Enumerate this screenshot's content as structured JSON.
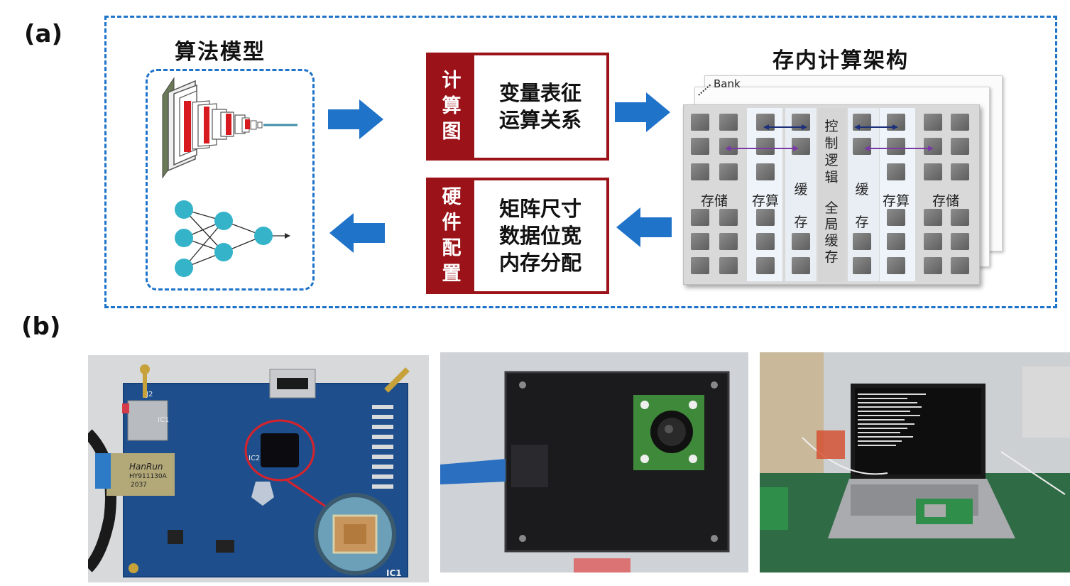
{
  "panel_a": {
    "label": "(a)",
    "algorithm_title": "算法模型",
    "graph_box": {
      "tag": [
        "计",
        "算",
        "图"
      ],
      "lines": [
        "变量表征",
        "运算关系"
      ]
    },
    "hardware_box": {
      "tag": [
        "硬",
        "件",
        "配",
        "置"
      ],
      "lines": [
        "矩阵尺寸",
        "数据位宽",
        "内存分配"
      ]
    },
    "arch_title": "存内计算架构",
    "arch": {
      "bank": "Bank",
      "storage_left": "存储",
      "compute_left": "存算",
      "cache_left": [
        "缓",
        "存"
      ],
      "control": [
        "控",
        "制",
        "逻",
        "辑"
      ],
      "global_cache": [
        "全",
        "局",
        "缓",
        "存"
      ],
      "cache_right": [
        "缓",
        "存"
      ],
      "compute_right": "存算",
      "storage_right": "存储"
    },
    "colors": {
      "accent_blue": "#1f73c9",
      "dark_red": "#9b1318",
      "teal_node": "#34b3c9"
    }
  },
  "panel_b": {
    "label": "(b)",
    "photo1": {
      "pcb_labels": [
        "J2",
        "IC1",
        "HanRun",
        "HY911130A",
        "2037",
        "IC2",
        "IC1"
      ]
    }
  }
}
